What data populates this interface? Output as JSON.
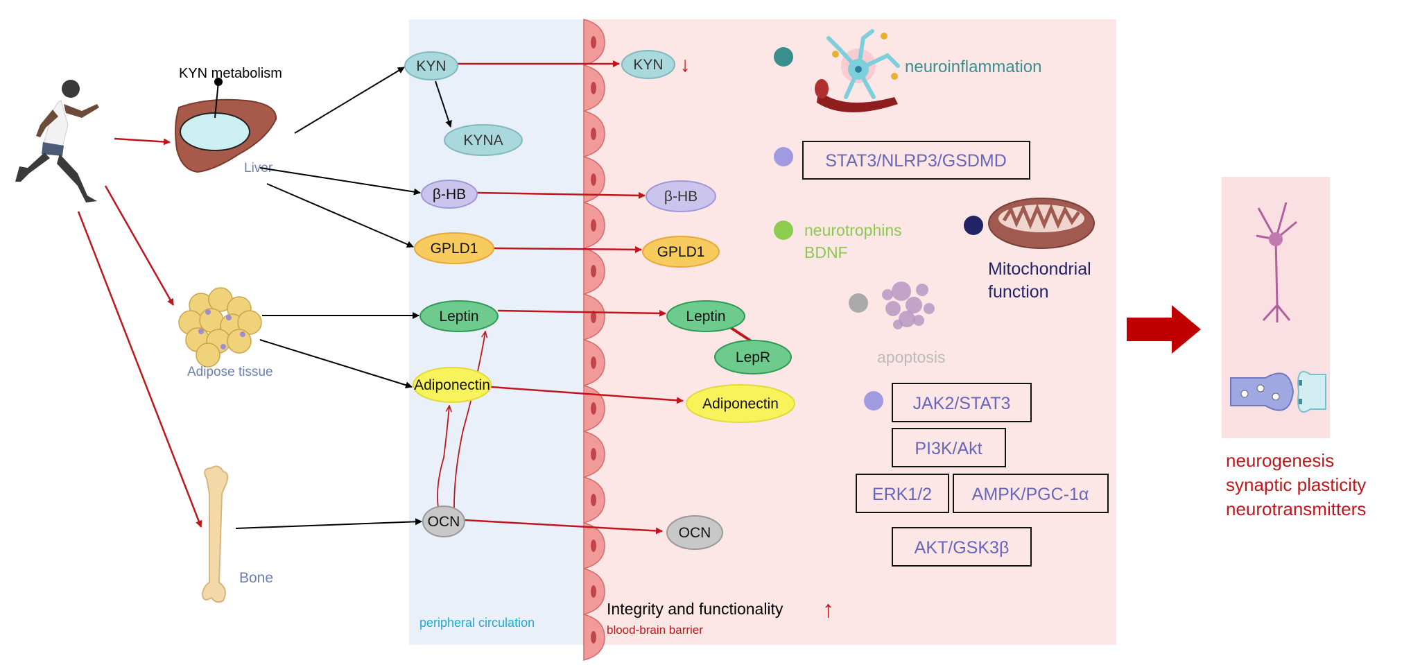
{
  "colors": {
    "circulation_bg": "#EAF0FA",
    "brain_bg": "#FDE6E6",
    "arrow_red": "#C0151B",
    "arrow_black": "#000000",
    "kyn": "#A9D8DD",
    "bhb": "#CBC5EE",
    "gpld1": "#F8CB5E",
    "leptin": "#6DCB8E",
    "adiponectin": "#F8F35A",
    "ocn": "#C8C8C8",
    "neuroinflammation": "#3A8E8E",
    "pathway": "#6666BB",
    "pathway_dot": "#A09BE0",
    "neurotrophins": "#8CC850",
    "mitochondria": "#222266",
    "apoptosis": "#B5B5B5",
    "outcome": "#C0151B"
  },
  "organs": {
    "kyn_metabolism": "KYN metabolism",
    "liver": "Liver",
    "adipose": "Adipose tissue",
    "bone": "Bone"
  },
  "circulation": {
    "label": "peripheral circulation",
    "nodes": {
      "kyn": "KYN",
      "kyna": "KYNA",
      "bhb": "β-HB",
      "gpld1": "GPLD1",
      "leptin": "Leptin",
      "adiponectin": "Adiponectin",
      "ocn": "OCN"
    }
  },
  "brain": {
    "nodes": {
      "kyn": "KYN",
      "kyn_change": "↓",
      "bhb": "β-HB",
      "gpld1": "GPLD1",
      "leptin": "Leptin",
      "lepr": "LepR",
      "adiponectin": "Adiponectin",
      "ocn": "OCN"
    },
    "bbb_integrity": "Integrity and functionality",
    "bbb_change": "↑",
    "bbb_label": "blood-brain barrier",
    "effects": {
      "neuroinflammation": "neuroinflammation",
      "stat3_pathway": "STAT3/NLRP3/GSDMD",
      "neurotrophins": "neurotrophins",
      "bdnf": "BDNF",
      "mito_1": "Mitochondrial",
      "mito_2": "function",
      "apoptosis": "apoptosis"
    },
    "pathways": [
      "JAK2/STAT3",
      "PI3K/Akt",
      "ERK1/2",
      "AMPK/PGC-1α",
      "AKT/GSK3β"
    ]
  },
  "outcomes": [
    "neurogenesis",
    "synaptic plasticity",
    "neurotransmitters"
  ]
}
